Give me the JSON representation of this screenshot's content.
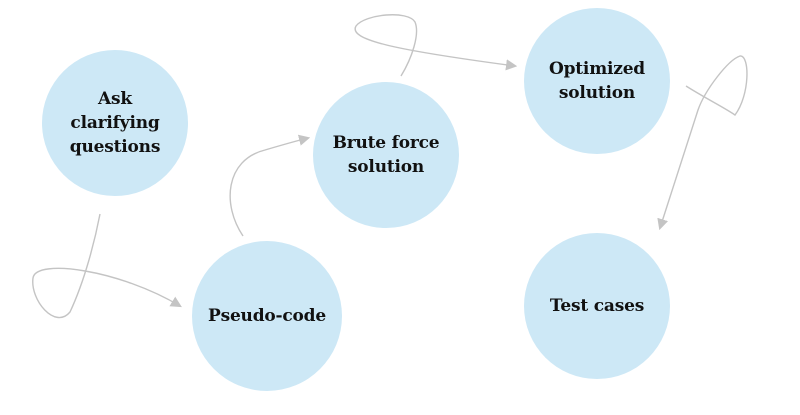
{
  "colors": {
    "node_fill": "#cde8f6",
    "connector": "#c4c4c4",
    "label": "#111111"
  },
  "nodes": {
    "ask": "Ask\nclarifying\nquestions",
    "pseudo": "Pseudo-code",
    "brute": "Brute force\nsolution",
    "optimized": "Optimized\nsolution",
    "test": "Test cases"
  }
}
